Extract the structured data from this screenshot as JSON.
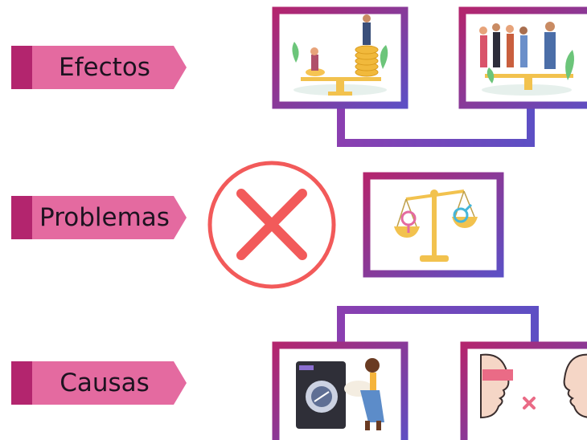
{
  "labels": {
    "efectos": "Efectos",
    "problemas": "Problemas",
    "causas": "Causas"
  },
  "colors": {
    "label_fill": "#e46aa0",
    "label_accent": "#b3256e",
    "frame_gradient_start": "#b3256e",
    "frame_gradient_end": "#5d4fc4",
    "cross_red": "#f25a5a"
  },
  "icons": {
    "efectos_left": "income-inequality-illustration",
    "efectos_right": "gender-balance-people-illustration",
    "problema_center": "gender-balance-scale-icon",
    "causas_left": "woman-laundry-illustration",
    "causas_right": "faces-communication-barrier-illustration",
    "status": "red-x-circle-icon"
  }
}
